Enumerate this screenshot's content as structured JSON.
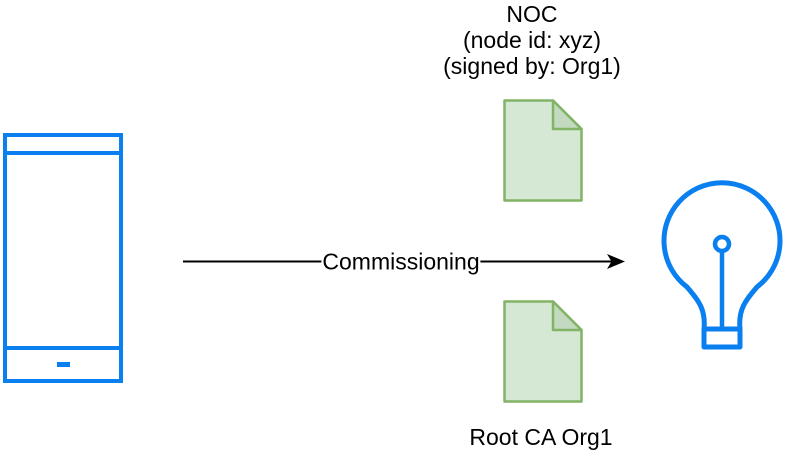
{
  "colors": {
    "background": "#ffffff",
    "text-color": "#000000",
    "device-stroke": "#0a80f0",
    "doc-fill": "#d5e8d4",
    "doc-fold-fill": "#c3d9c0",
    "doc-stroke": "#82b366",
    "arrow-color": "#000000"
  },
  "noc_label": {
    "lines": [
      "NOC",
      "(node id: xyz)",
      "(signed by: Org1)"
    ]
  },
  "arrow": {
    "label": "Commissioning"
  },
  "root_ca_label": "Root CA Org1",
  "icons": {
    "phone": "mobile-device-icon",
    "noc_document": "certificate-document-icon",
    "root_ca_document": "certificate-document-icon",
    "bulb": "light-bulb-icon"
  }
}
